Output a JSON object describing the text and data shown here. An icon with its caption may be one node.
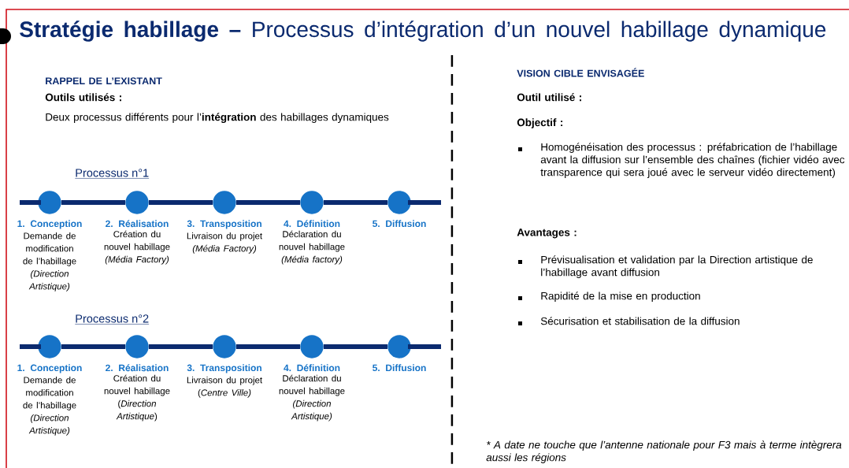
{
  "diagram": {
    "title": "**Stratégie habillage –** Processus d’intégration d’un nouvel habillage dynamique",
    "nodes": [
      {
        "text": [],
        "shape": "circle",
        "beside": [
          "1. Conception",
          "Demande de modification de l’habillage *(Direction Artistique)*"
        ]
      },
      {
        "text": [],
        "shape": "circle",
        "beside": [
          "2. Réalisation",
          "Création du nouvel habillage *(Média Factory)*"
        ]
      },
      {
        "text": [],
        "shape": "circle",
        "beside": [
          "3. Transposition",
          "Livraison du projet *(Média Factory)*"
        ]
      },
      {
        "text": [],
        "shape": "circle",
        "beside": [
          "4. Définition",
          "Déclaration du nouvel habillage *(Média factory)*"
        ]
      },
      {
        "text": [],
        "shape": "circle",
        "beside": [
          "5. Diffusion"
        ]
      },
      {
        "text": [],
        "shape": "circle",
        "beside": [
          "1. Conception",
          "Demande de modification de l’habillage *(Direction Artistique)*"
        ]
      },
      {
        "text": [],
        "shape": "circle",
        "beside": [
          "2. Réalisation",
          "Création du nouvel habillage (*Direction Artistique*)"
        ]
      },
      {
        "text": [],
        "shape": "circle",
        "beside": [
          "3. Transposition",
          "Livraison du projet (*Centre Ville)*"
        ]
      },
      {
        "text": [],
        "shape": "circle",
        "beside": [
          "4. Définition",
          "Déclaration du nouvel habillage *(Direction Artistique)*"
        ]
      },
      {
        "text": [],
        "shape": "circle",
        "beside": [
          "5. Diffusion"
        ]
      }
    ],
    "edges": [
      {
        "from": 0,
        "to": 1,
        "arrow": "none"
      },
      {
        "from": 1,
        "to": 2,
        "arrow": "none"
      },
      {
        "from": 2,
        "to": 3,
        "arrow": "none"
      },
      {
        "from": 3,
        "to": 4,
        "arrow": "none"
      },
      {
        "from": 5,
        "to": 6,
        "arrow": "none"
      },
      {
        "from": 6,
        "to": 7,
        "arrow": "none"
      },
      {
        "from": 7,
        "to": 8,
        "arrow": "none"
      },
      {
        "from": 8,
        "to": 9,
        "arrow": "none"
      }
    ],
    "labels": [
      "RAPPEL DE L’EXISTANT",
      "Outils utilisés :",
      "Deux processus différents pour l’**intégration** des habillages dynamiques",
      "Processus n°1",
      "Processus n°2",
      "VISION CIBLE ENVISAGÉE",
      "Outil utilisé :",
      "Objectif :",
      "Homogénéisation des processus : préfabrication de l’habillage avant la diffusion sur l’ensemble des chaînes (fichier vidéo avec transparence qui sera joué avec le serveur vidéo directement)",
      "Avantages :",
      "Prévisualisation et validation par la Direction artistique de l’habillage avant diffusion",
      "Rapidité de la mise en production",
      "Sécurisation et stabilisation de la diffusion",
      "* A date ne touche que l’antenne nationale pour F3 mais à terme intègrera aussi les régions"
    ]
  }
}
